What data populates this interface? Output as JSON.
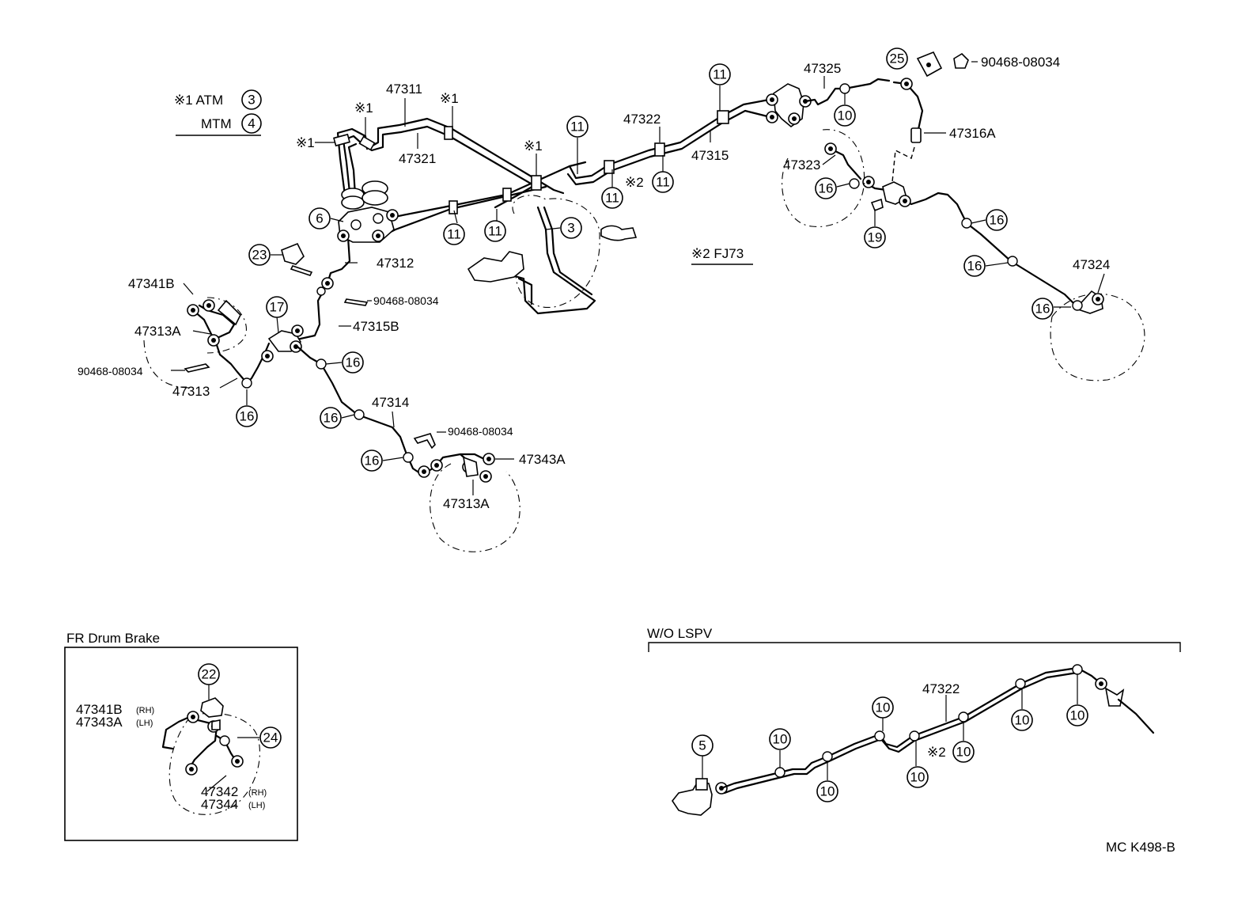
{
  "notes": {
    "atm": "※1 ATM",
    "atm_num": "3",
    "mtm": "MTM",
    "mtm_num": "4",
    "star1": "※1",
    "star2": "※2",
    "fj73": "※2 FJ73"
  },
  "parts": {
    "p47311": "47311",
    "p47321": "47321",
    "p47312": "47312",
    "p47315": "47315",
    "p47315B": "47315B",
    "p47322": "47322",
    "p47325": "47325",
    "p47316A": "47316A",
    "p47323": "47323",
    "p47324": "47324",
    "p47341B": "47341B",
    "p47313A": "47313A",
    "p47313": "47313",
    "p47314": "47314",
    "p47343A": "47343A",
    "p90468": "90468-08034",
    "p47342": "47342",
    "p47344": "47344",
    "p47341B_drum": "47341B",
    "p47343A_drum": "47343A",
    "rh": "(RH)",
    "lh": "(LH)"
  },
  "callouts": {
    "c3": "3",
    "c5": "5",
    "c6": "6",
    "c10": "10",
    "c11": "11",
    "c16": "16",
    "c17": "17",
    "c19": "19",
    "c22": "22",
    "c23": "23",
    "c24": "24",
    "c25": "25"
  },
  "inset": {
    "title": "FR Drum Brake"
  },
  "wo_lspv": {
    "title": "W/O LSPV"
  },
  "footer": {
    "code": "MC K498-B"
  }
}
